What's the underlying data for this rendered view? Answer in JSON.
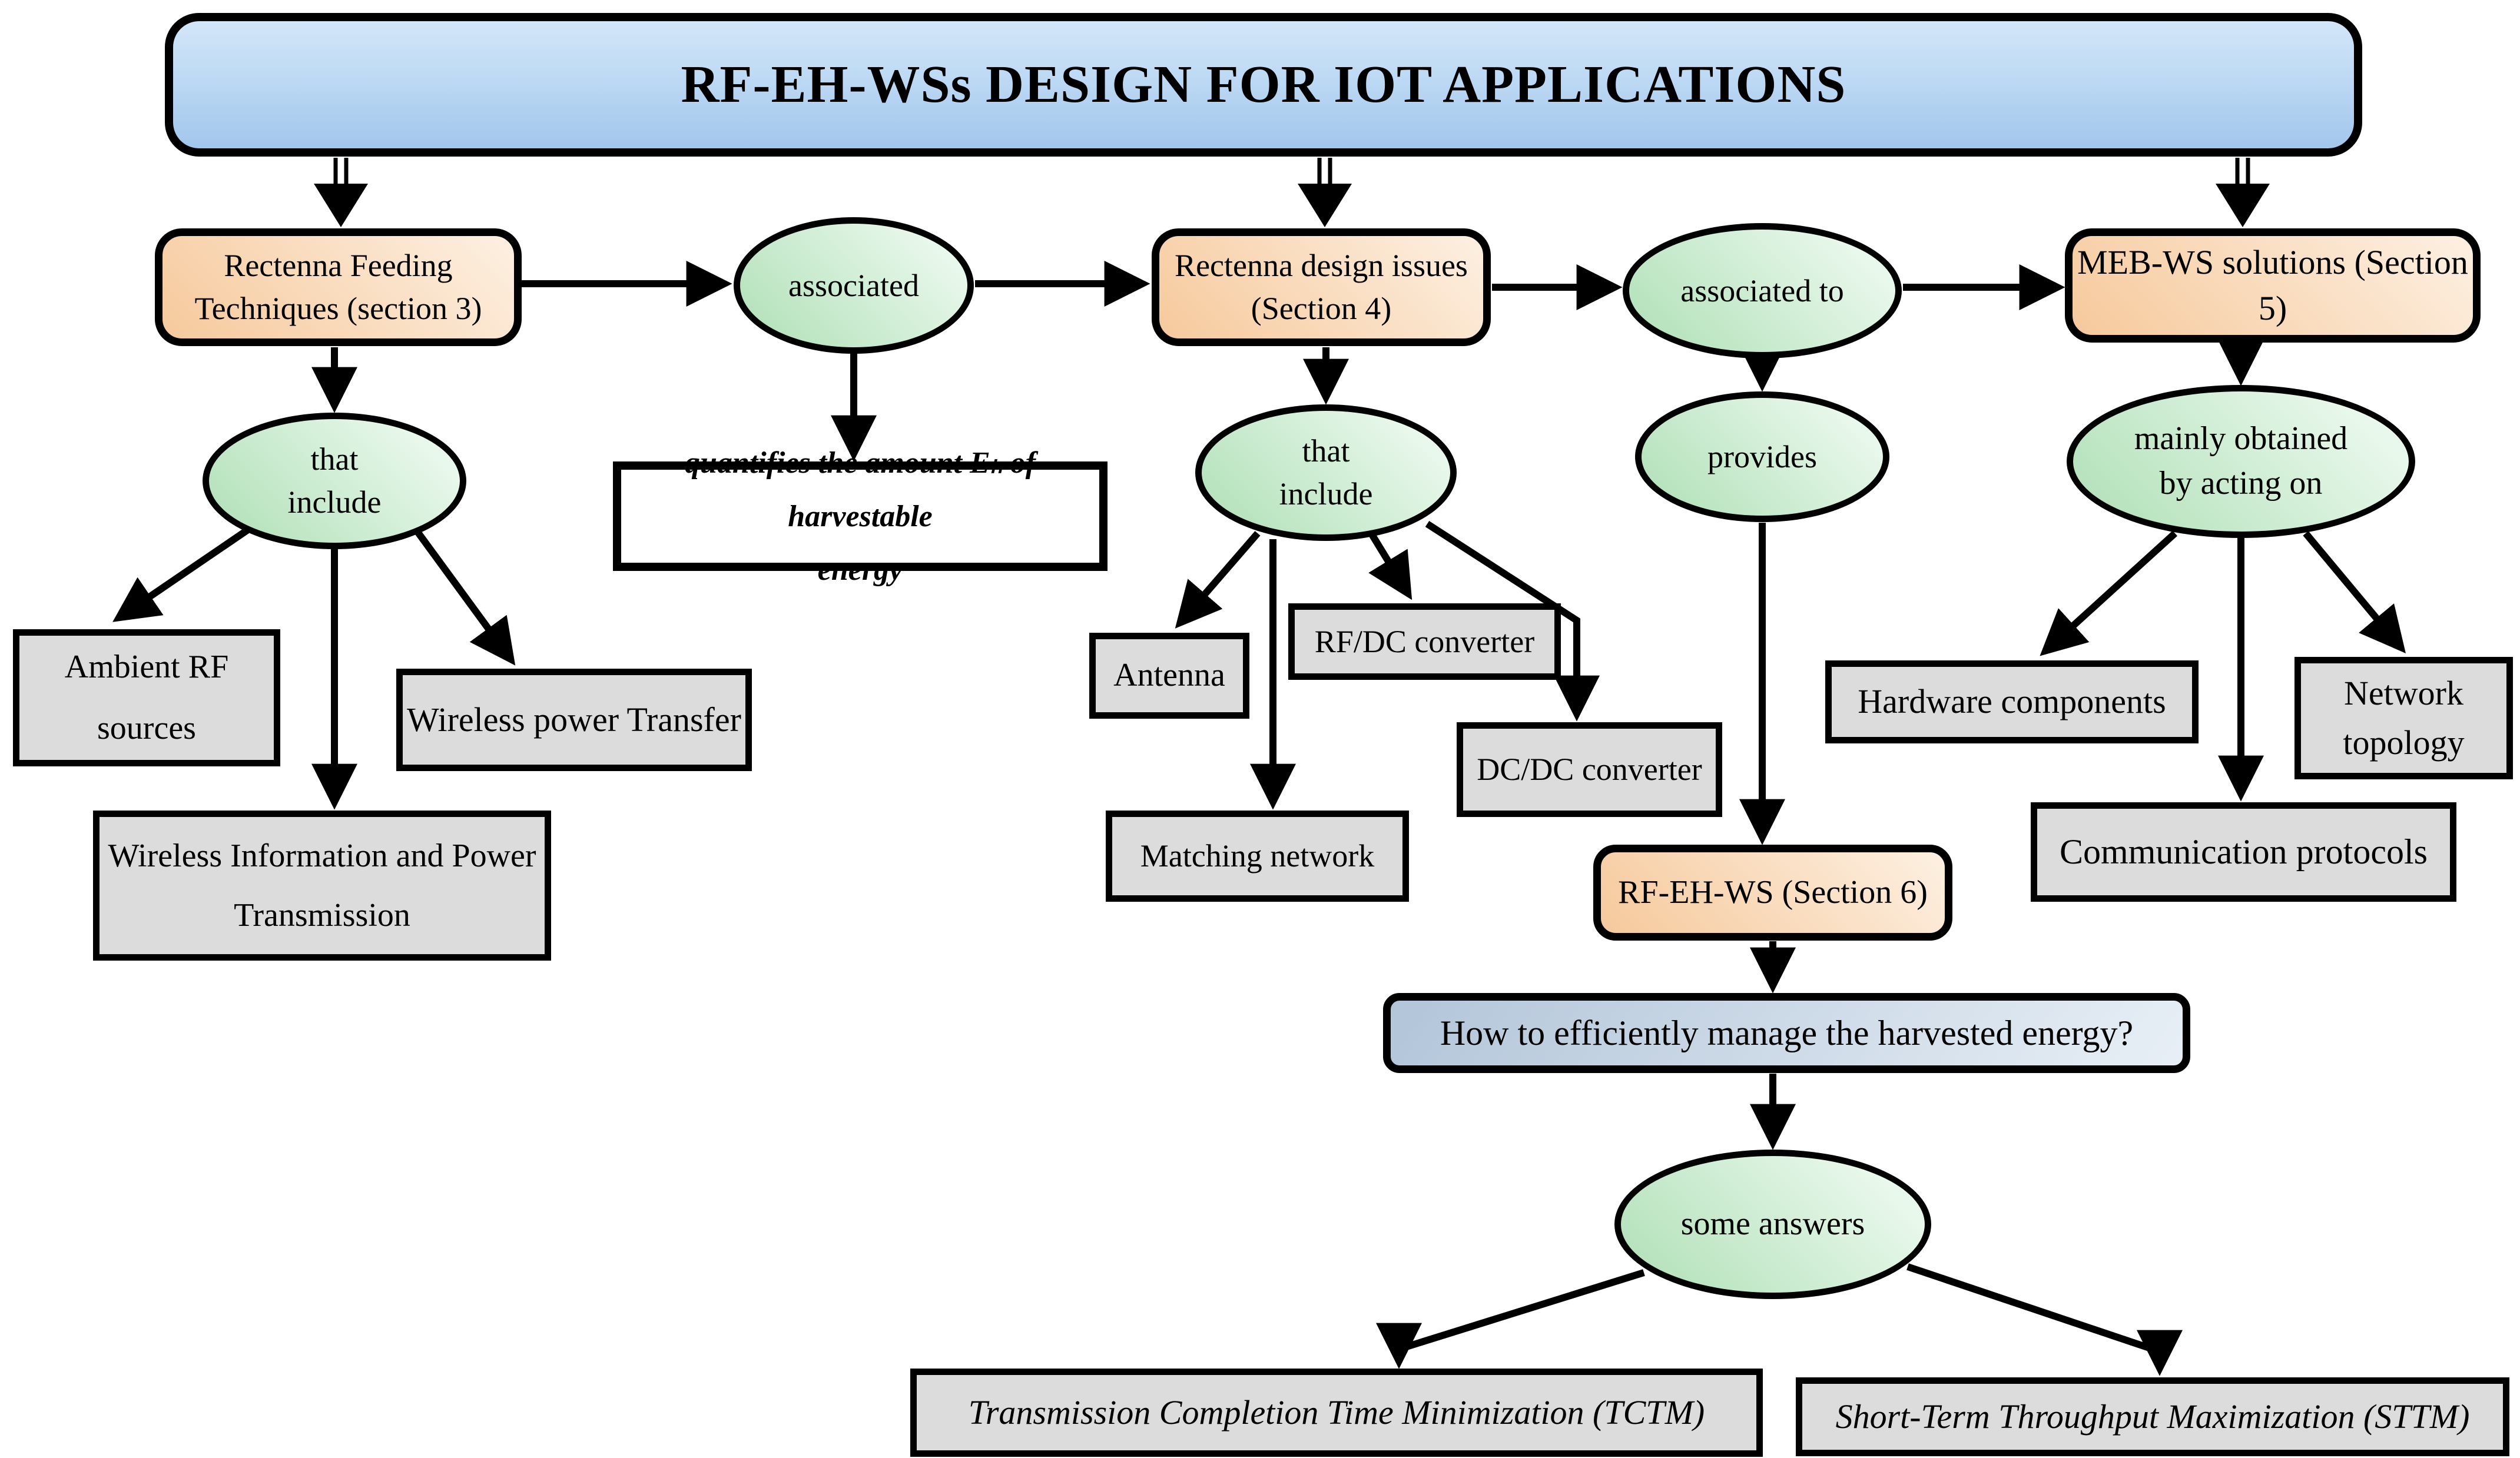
{
  "diagram": {
    "title": "RF-EH-WSs DESIGN FOR IOT APPLICATIONS",
    "colors": {
      "title_box_blue": "#bdd9f4",
      "section_box_orange": "#f8d5ae",
      "relation_ellipse_green": "#c4e9c8",
      "leaf_box_gray": "#dcdcdc",
      "question_box_blue": "#c3d2e1",
      "border": "#000000"
    },
    "nodes": {
      "rectennaFeeding": {
        "label": "Rectenna Feeding\nTechniques (section 3)"
      },
      "associated": {
        "label": "associated"
      },
      "rectennaDesign": {
        "label": "Rectenna design issues\n(Section 4)"
      },
      "associatedTo": {
        "label": "associated to"
      },
      "mebWs": {
        "label": "MEB-WS solutions (Section 5)"
      },
      "thatIncludeLeft": {
        "label": "that\ninclude"
      },
      "quantifies": {
        "label": "quantifies the amount  Eₕ  of harvestable\nenergy"
      },
      "thatIncludeMid": {
        "label": "that\ninclude"
      },
      "provides": {
        "label": "provides"
      },
      "mainlyObtained": {
        "label": "mainly obtained\nby acting on"
      },
      "ambientRf": {
        "label": "Ambient RF\nsources"
      },
      "wirelessPowerTransfer": {
        "label": "Wireless power Transfer"
      },
      "wipt": {
        "label": "Wireless Information and Power\nTransmission"
      },
      "antenna": {
        "label": "Antenna"
      },
      "rfdcConverter": {
        "label": "RF/DC converter"
      },
      "matchingNetwork": {
        "label": "Matching network"
      },
      "dcdcConverter": {
        "label": "DC/DC converter"
      },
      "hardwareComponents": {
        "label": "Hardware components"
      },
      "networkTopology": {
        "label": "Network\ntopology"
      },
      "commProtocols": {
        "label": "Communication protocols"
      },
      "rfEhWs": {
        "label": "RF-EH-WS (Section 6)"
      },
      "question": {
        "label": "How to efficiently manage the harvested energy?"
      },
      "someAnswers": {
        "label": "some answers"
      },
      "tctm": {
        "label": "Transmission Completion Time Minimization (TCTM)"
      },
      "sttm": {
        "label": "Short-Term Throughput Maximization (STTM)"
      }
    }
  }
}
